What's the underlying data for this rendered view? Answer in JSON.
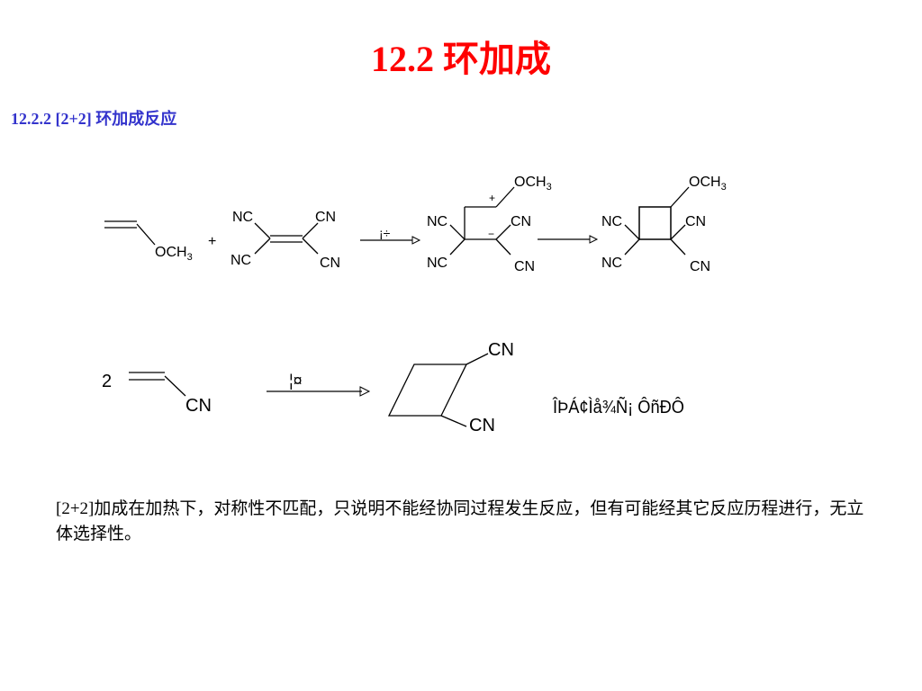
{
  "title": "12.2   环加成",
  "subtitle": "12.2.2   [2+2] 环加成反应",
  "scheme1": {
    "vinyl_ether_label": "OCH",
    "vinyl_ether_sub": "3",
    "plus": "+",
    "tcne": {
      "nc_top": "NC",
      "cn_top": "CN",
      "nc_bottom": "NC",
      "cn_bottom": "CN"
    },
    "arrow_label": "¡÷",
    "zwitterion": {
      "och_label": "OCH",
      "och_sub": "3",
      "plus_charge": "+",
      "minus_charge": "−",
      "nc_top": "NC",
      "cn_top": "CN",
      "nc_bottom": "NC",
      "cn_bottom": "CN"
    },
    "product": {
      "och_label": "OCH",
      "och_sub": "3",
      "nc_top": "NC",
      "cn_top": "CN",
      "nc_bottom": "NC",
      "cn_bottom": "CN"
    }
  },
  "scheme2": {
    "coefficient": "2",
    "acrylonitrile_label": "CN",
    "arrow_label": "¦¤",
    "product_cn_top": "CN",
    "product_cn_bottom": "CN",
    "garbled_note": "ÎÞÁ¢Ìå¾Ñ¡ ÔñÐÔ"
  },
  "paragraph": "[2+2]加成在加热下，对称性不匹配，只说明不能经协同过程发生反应，但有可能经其它反应历程进行，无立体选择性。"
}
